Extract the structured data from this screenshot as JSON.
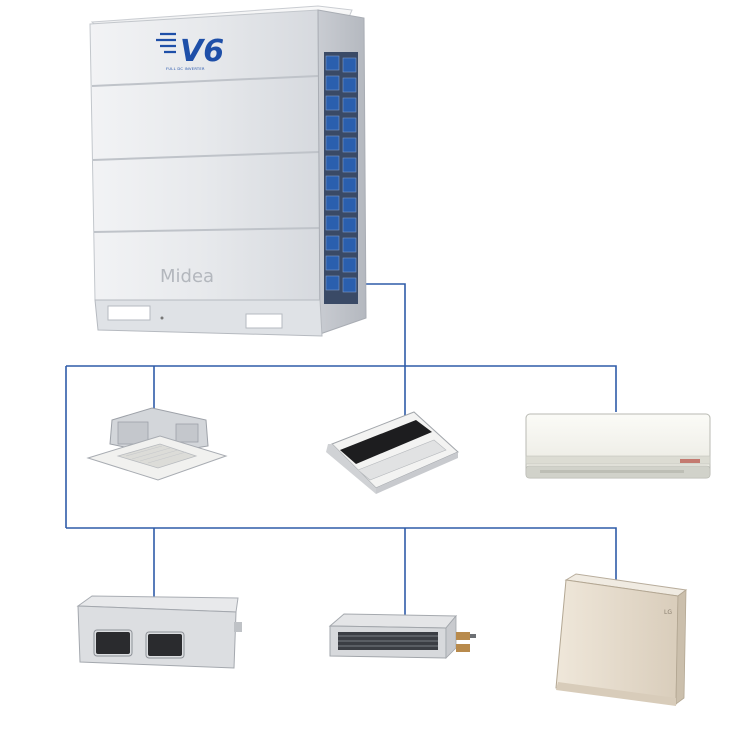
{
  "outdoor_unit": {
    "model_badge": "V6",
    "badge_tagline": "FULL DC INVERTER",
    "brand": "Midea"
  },
  "indoor_units": [
    {
      "type": "four-way-cassette"
    },
    {
      "type": "one-way-cassette"
    },
    {
      "type": "wall-mounted"
    },
    {
      "type": "high-static-duct"
    },
    {
      "type": "slim-duct"
    },
    {
      "type": "floor-standing-console",
      "brand": "LG"
    }
  ],
  "colors": {
    "pipe_line": "#2f5ca8",
    "unit_body": "#e4e6ea",
    "badge_blue": "#1e4fa8",
    "grille_blue": "#2a5fae",
    "console_beige": "#e6dccd"
  }
}
